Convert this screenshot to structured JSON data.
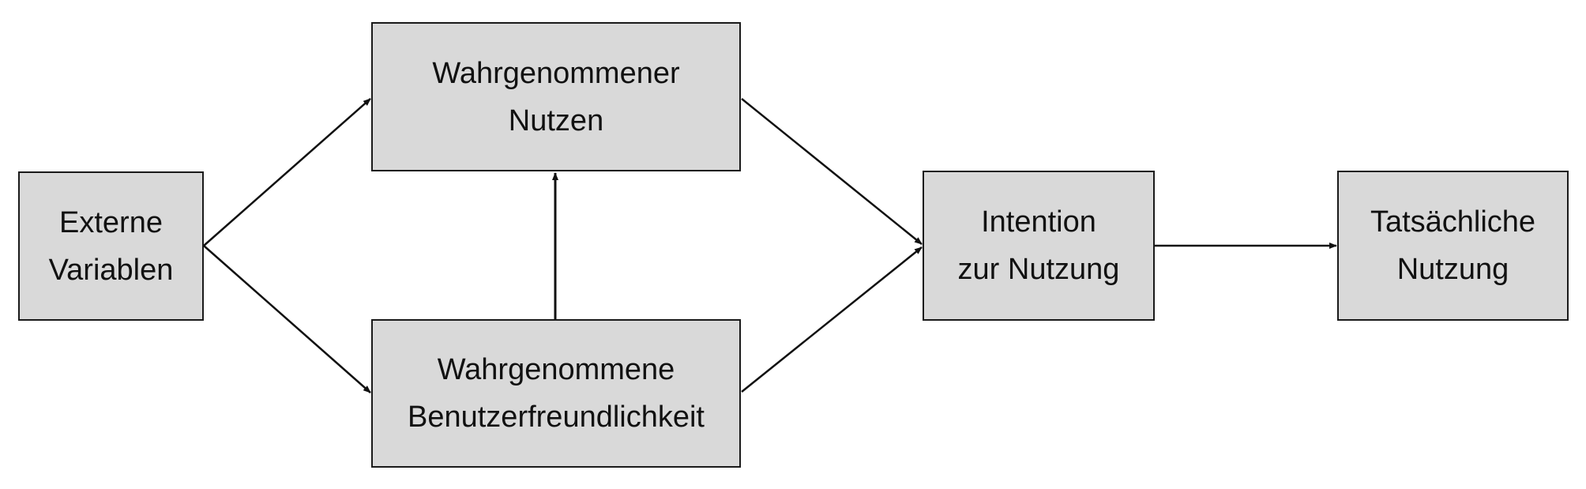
{
  "nodes": {
    "external_variables": {
      "line1": "Externe",
      "line2": "Variablen"
    },
    "perceived_usefulness": {
      "line1": "Wahrgenommener",
      "line2": "Nutzen"
    },
    "perceived_ease_of_use": {
      "line1": "Wahrgenommene",
      "line2": "Benutzerfreundlichkeit"
    },
    "intention_to_use": {
      "line1": "Intention",
      "line2": "zur Nutzung"
    },
    "actual_use": {
      "line1": "Tatsächliche",
      "line2": "Nutzung"
    }
  },
  "edges": [
    {
      "from": "external_variables",
      "to": "perceived_usefulness"
    },
    {
      "from": "external_variables",
      "to": "perceived_ease_of_use"
    },
    {
      "from": "perceived_ease_of_use",
      "to": "perceived_usefulness"
    },
    {
      "from": "perceived_usefulness",
      "to": "intention_to_use"
    },
    {
      "from": "perceived_ease_of_use",
      "to": "intention_to_use"
    },
    {
      "from": "intention_to_use",
      "to": "actual_use"
    }
  ],
  "colors": {
    "box_fill": "#d9d9d9",
    "box_border": "#1a1a1a",
    "arrow": "#111111",
    "text": "#111111"
  }
}
